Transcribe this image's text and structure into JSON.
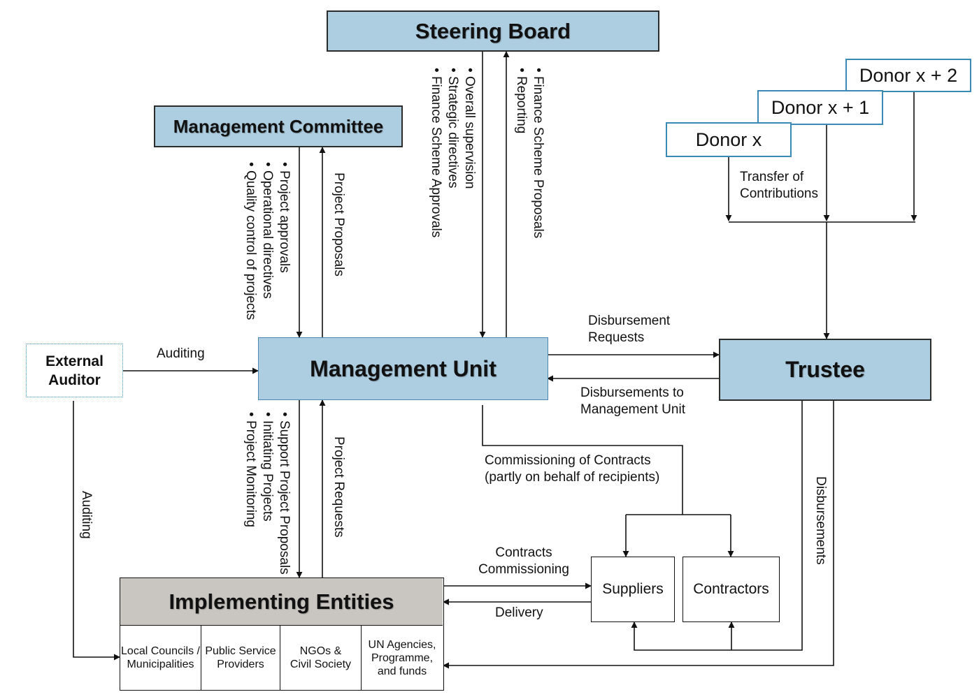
{
  "nodes": {
    "steering_board": "Steering Board",
    "management_committee": "Management Committee",
    "management_unit": "Management Unit",
    "trustee": "Trustee",
    "external_auditor": "External Auditor",
    "implementing_entities": "Implementing Entities",
    "suppliers": "Suppliers",
    "contractors": "Contractors",
    "donor_x": "Donor x",
    "donor_x1": "Donor x + 1",
    "donor_x2": "Donor x + 2",
    "entities": [
      "Local Councils / Municipalities",
      "Public Service Providers",
      "NGOs & Civil Society",
      "UN Agencies, Programme, and funds"
    ]
  },
  "flows": {
    "sb_down": [
      "Overall supervision",
      "Strategic directives",
      "Finance Scheme Approvals"
    ],
    "sb_up": [
      "Finance Scheme Proposals",
      "Reporting"
    ],
    "mc_down": [
      "Project approvals",
      "Operational directives",
      "Quality control of projects"
    ],
    "mc_up": "Project Proposals",
    "ie_down": [
      "Support Project Proposals",
      "Initiating Projects",
      "Project Monitoring"
    ],
    "ie_up": "Project Requests",
    "transfer": "Transfer of Contributions",
    "auditing_mu": "Auditing",
    "auditing_ie": "Auditing",
    "disb_requests": "Disbursement Requests",
    "disb_to_mu": "Disbursements to Management Unit",
    "commissioning": "Commissioning of Contracts (partly on behalf of recipients)",
    "contracts_commissioning": "Contracts Commissioning",
    "delivery": "Delivery",
    "disbursements": "Disbursements"
  },
  "colors": {
    "box_blue": "#adcde0",
    "box_gray": "#c9c5c0",
    "donor_border": "#3b8ab5",
    "line": "#111111"
  }
}
